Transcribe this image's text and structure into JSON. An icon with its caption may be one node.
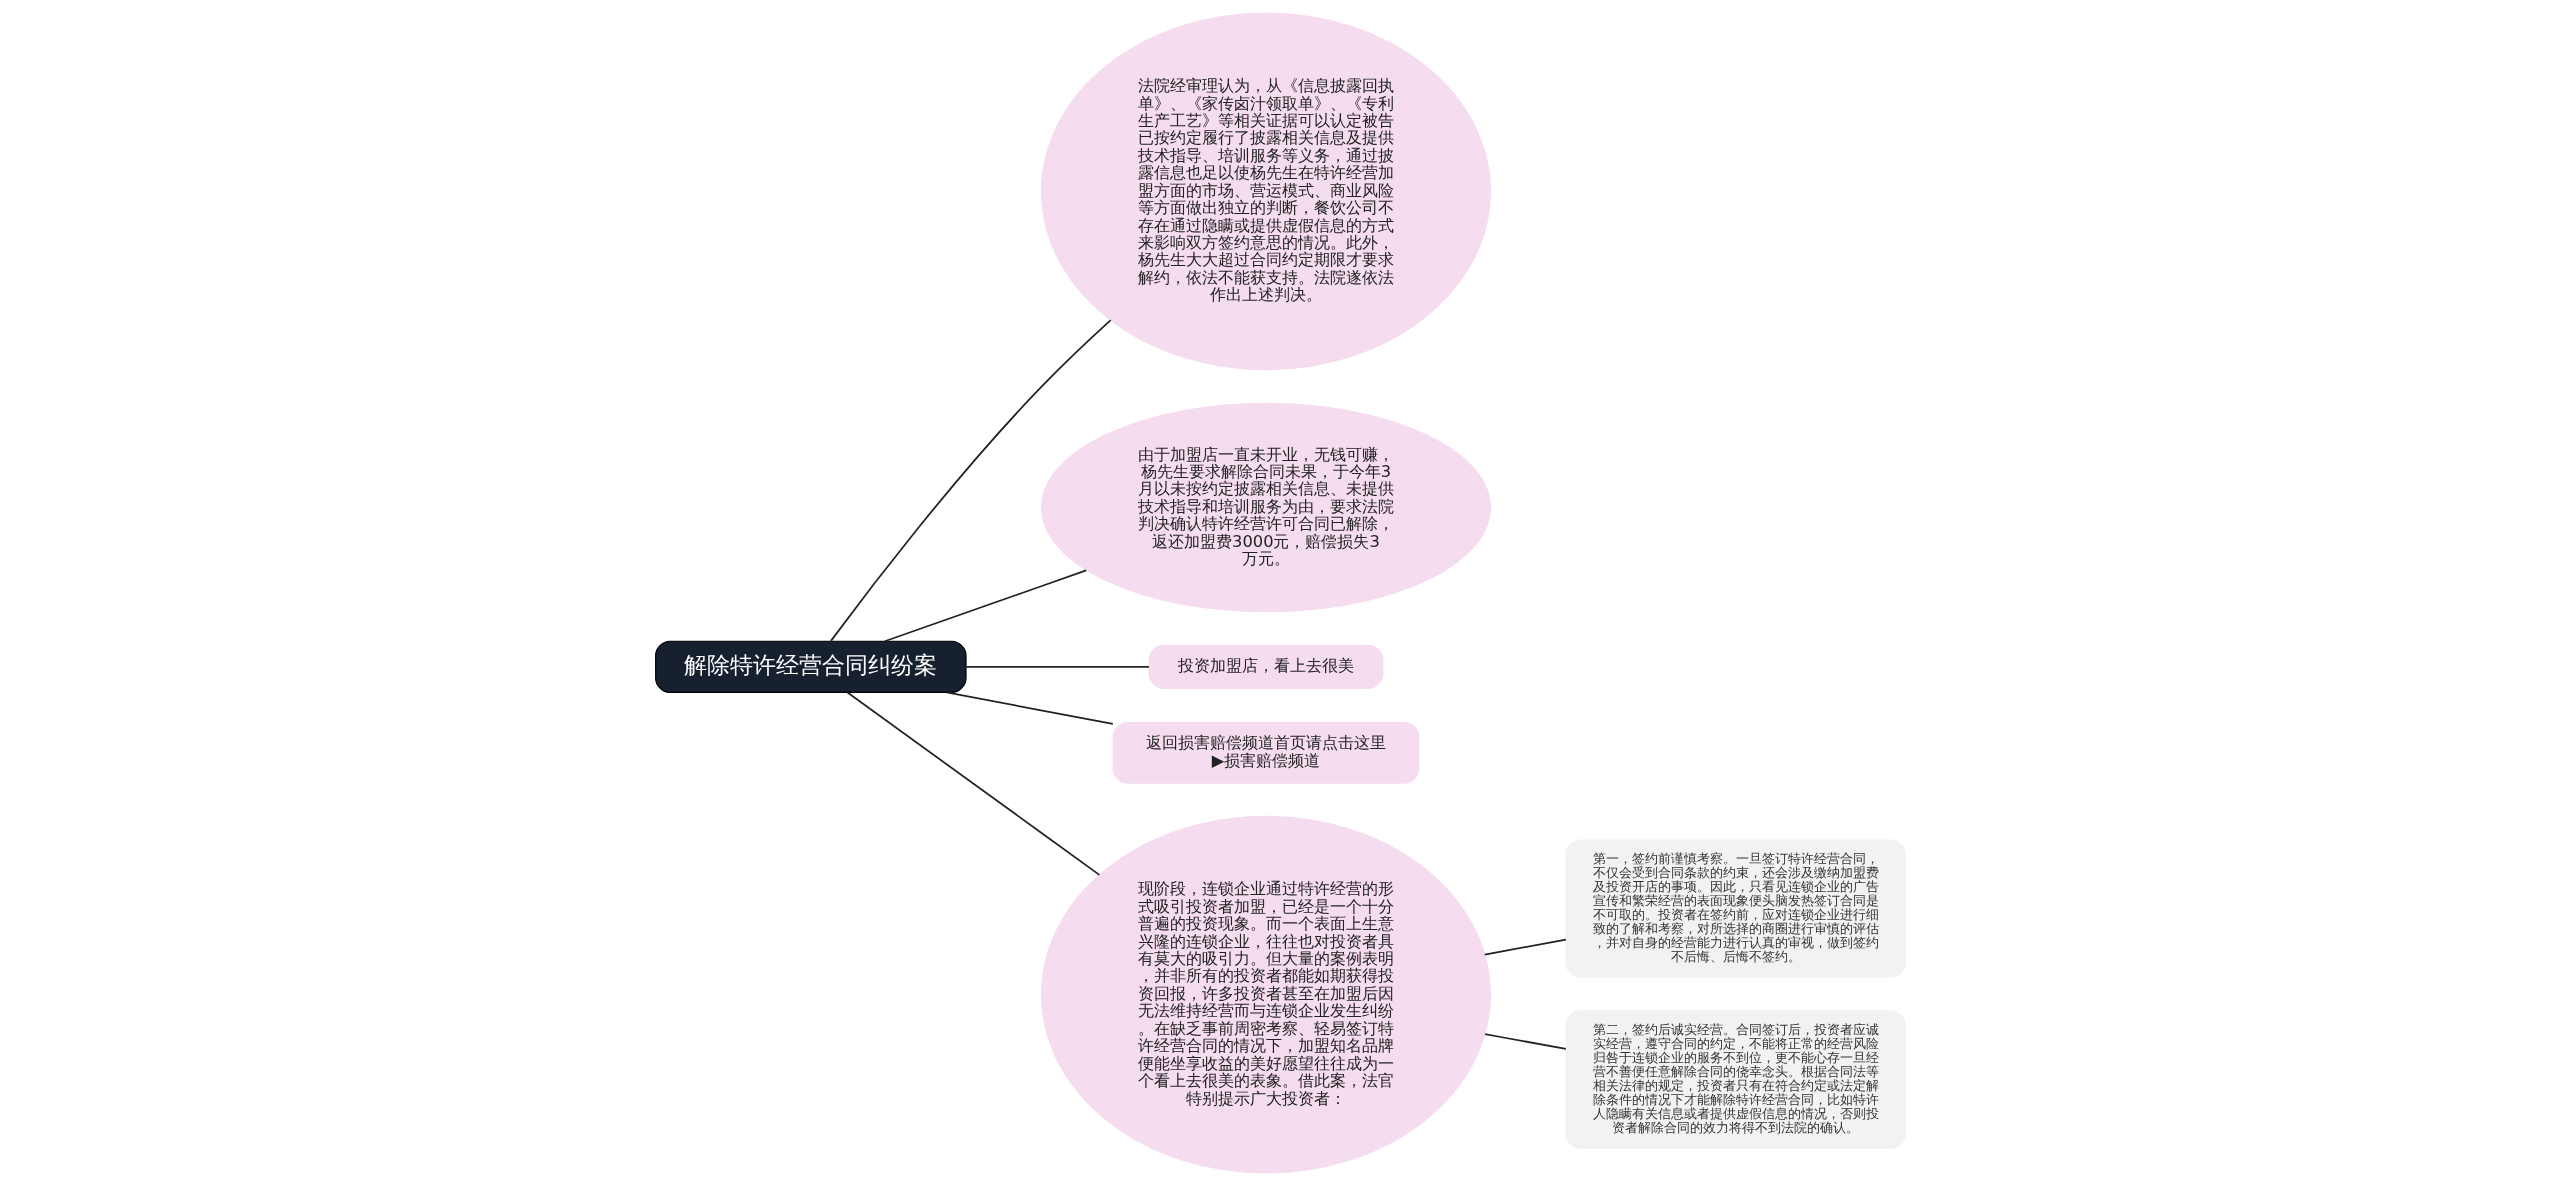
{
  "diagram": {
    "nodes": [
      {
        "text": [
          "解除特许经营合同纠纷案"
        ]
      },
      {
        "text": [
          "法院经审理认为，从《信息披露回执单》、《家传卤汁领取单》、《专利生产工艺》等相关证据可以认定被告已按约定履行了披露相关信息及提供技术指导、培训服务等义务，通过披露信息也足以使杨先生在特许经营加盟方面的市场、营运模式、商业风险等方面做出独立的判断，餐饮公司不存在通过隐瞒或提供虚假信息的方式来影响双方签约意思的情况。此外，杨先生大大超过合同约定期限才要求解约，依法不能获支持。法院遂依法作出上述判决。"
        ]
      },
      {
        "text": [
          "由于加盟店一直未开业，无钱可赚，杨先生要求解除合同未果，于今年3月以未按约定披露相关信息、未提供技术指导和培训服务为由，要求法院判决确认特许经营许可合同已解除，返还加盟费3000元，赔偿损失3万元。"
        ]
      },
      {
        "text": [
          "投资加盟店，看上去很美"
        ]
      },
      {
        "text": [
          "返回损害赔偿频道首页请点击这里 ▶损害赔偿频道"
        ]
      },
      {
        "text": [
          "现阶段，连锁企业通过特许经营的形式吸引投资者加盟，已经是一个十分普遍的投资现象。而一个表面上生意兴隆的连锁企业，往往也对投资者具有莫大的吸引力。但大量的案例表明，并非所有的投资者都能如期获得投资回报，许多投资者甚至在加盟后因无法维持经营而与连锁企业发生纠纷。在缺乏事前周密考察、轻易签订特许经营合同的情况下，加盟知名品牌便能坐享收益的美好愿望往往成为一个看上去很美的表象。借此案，法官特别提示广大投资者："
        ]
      },
      {
        "text": [
          "第一，签约前谨慎考察。一旦签订特许经营合同，不仅会受到合同条款的约束，还会涉及缴纳加盟费及投资开店的事项。因此，只看见连锁企业的广告宣传和繁荣经营的表面现象便头脑发热签订合同是不可取的。投资者在签约前，应对连锁企业进行细致的了解和考察，对所选择的商圈进行审慎的评估，并对自身的经营能力进行认真的审视，做到签约不后悔、后悔不签约。"
        ]
      },
      {
        "text": [
          "第二，签约后诚实经营。合同签订后，投资者应诚实经营，遵守合同的约定，不能将正常的经营风险归咎于连锁企业的服务不到位，更不能心存一旦经营不善便任意解除合同的侥幸念头。根据合同法等相关法律的规定，投资者只有在符合约定或法定解除条件的情况下才能解除特许经营合同，比如特许人隐瞒有关信息或者提供虚假信息的情况，否则投资者解除合同的效力将得不到法院的确认。"
        ]
      }
    ],
    "edges": [
      {
        "from": 0,
        "to": 1,
        "arrow": "none"
      },
      {
        "from": 0,
        "to": 2,
        "arrow": "none"
      },
      {
        "from": 0,
        "to": 3,
        "arrow": "none"
      },
      {
        "from": 0,
        "to": 4,
        "arrow": "none"
      },
      {
        "from": 0,
        "to": 5,
        "arrow": "none"
      },
      {
        "from": 5,
        "to": 6,
        "arrow": "none"
      },
      {
        "from": 5,
        "to": 7,
        "arrow": "none"
      }
    ]
  }
}
